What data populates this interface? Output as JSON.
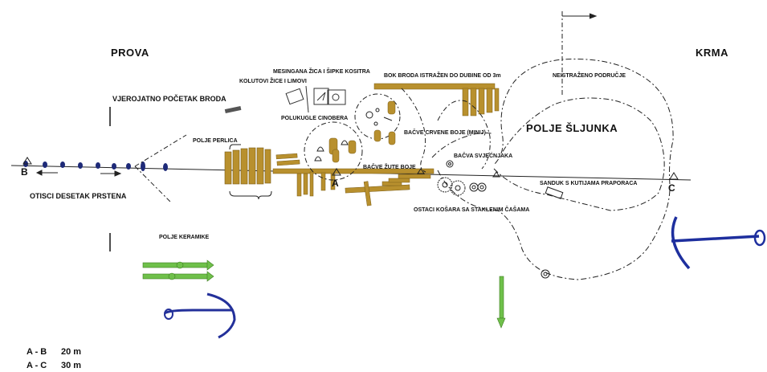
{
  "labels": {
    "prova": "PROVA",
    "krma": "KRMA",
    "start": "VJEROJATNO POČETAK BRODA",
    "rings": "OTISCI DESETAK PRSTENA",
    "beads": "POLJE PERLICA",
    "ceramics": "POLJE KERAMIKE",
    "brass": "MESINGANA ŽICA I ŠIPKE KOSITRA",
    "coils": "KOLUTOVI ŽICE I LIMOVI",
    "cinnabar": "POLUKUGLE CINOBERA",
    "hull": "BOK BRODA ISTRAŽEN DO DUBINE OD 3m",
    "unexplored": "NEISTRAŽENO PODRUČJE",
    "gravel": "POLJE ŠLJUNKA",
    "red_barrels": "BAČVE CRVENE BOJE (MINIJ)",
    "candle_barrel": "BAČVA SVJEĆNJAKA",
    "yellow_barrels": "BAČVE ŽUTE BOJE",
    "box": "SANDUK S KUTIJAMA PRAPORACA",
    "baskets": "OSTACI KOŠARA SA STAKLENIM ČAŠAMA"
  },
  "points": {
    "a": "A",
    "b": "B",
    "c": "C"
  },
  "legend": [
    {
      "pair": "A - B",
      "dist": "20 m"
    },
    {
      "pair": "A - C",
      "dist": "30 m"
    }
  ],
  "colors": {
    "wood": "#b8902e",
    "wood_dark": "#7a5c17",
    "ceramic": "#6fc04a",
    "anchor": "#1e2f9e",
    "anchor2": "#23309a",
    "line": "#222222",
    "navy": "#1e2a78"
  }
}
